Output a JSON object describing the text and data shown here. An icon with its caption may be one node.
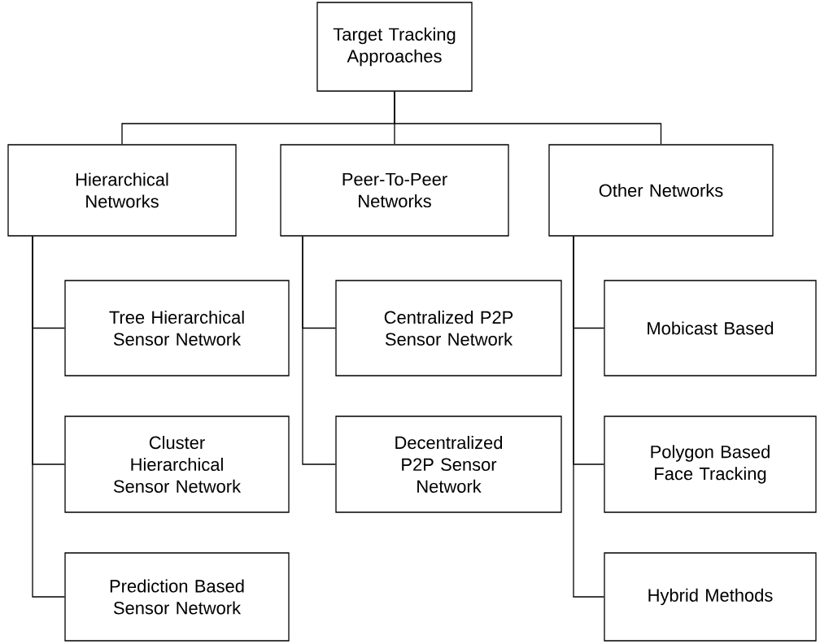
{
  "diagram": {
    "nodes": [
      {
        "text": [
          "Target Tracking Approaches"
        ]
      },
      {
        "text": [
          "Hierarchical Networks"
        ]
      },
      {
        "text": [
          "Peer-To-Peer Networks"
        ]
      },
      {
        "text": [
          "Other Networks"
        ]
      },
      {
        "text": [
          "Tree Hierarchical Sensor Network"
        ]
      },
      {
        "text": [
          "Centralized P2P Sensor Network"
        ]
      },
      {
        "text": [
          "Mobicast Based"
        ]
      },
      {
        "text": [
          "Cluster Hierarchical Sensor Network"
        ]
      },
      {
        "text": [
          "Decentralized P2P Sensor Network"
        ]
      },
      {
        "text": [
          "Polygon Based Face Tracking"
        ]
      },
      {
        "text": [
          "Prediction Based Sensor Network"
        ]
      },
      {
        "text": [
          "Hybrid Methods"
        ]
      }
    ],
    "edges": [
      {
        "from": 0,
        "to": 1,
        "arrow": "none"
      },
      {
        "from": 0,
        "to": 2,
        "arrow": "none"
      },
      {
        "from": 0,
        "to": 3,
        "arrow": "none"
      },
      {
        "from": 1,
        "to": 4,
        "arrow": "none"
      },
      {
        "from": 1,
        "to": 7,
        "arrow": "none"
      },
      {
        "from": 1,
        "to": 10,
        "arrow": "none"
      },
      {
        "from": 2,
        "to": 5,
        "arrow": "none"
      },
      {
        "from": 2,
        "to": 8,
        "arrow": "none"
      },
      {
        "from": 3,
        "to": 6,
        "arrow": "none"
      },
      {
        "from": 3,
        "to": 9,
        "arrow": "none"
      },
      {
        "from": 3,
        "to": 11,
        "arrow": "none"
      }
    ]
  }
}
